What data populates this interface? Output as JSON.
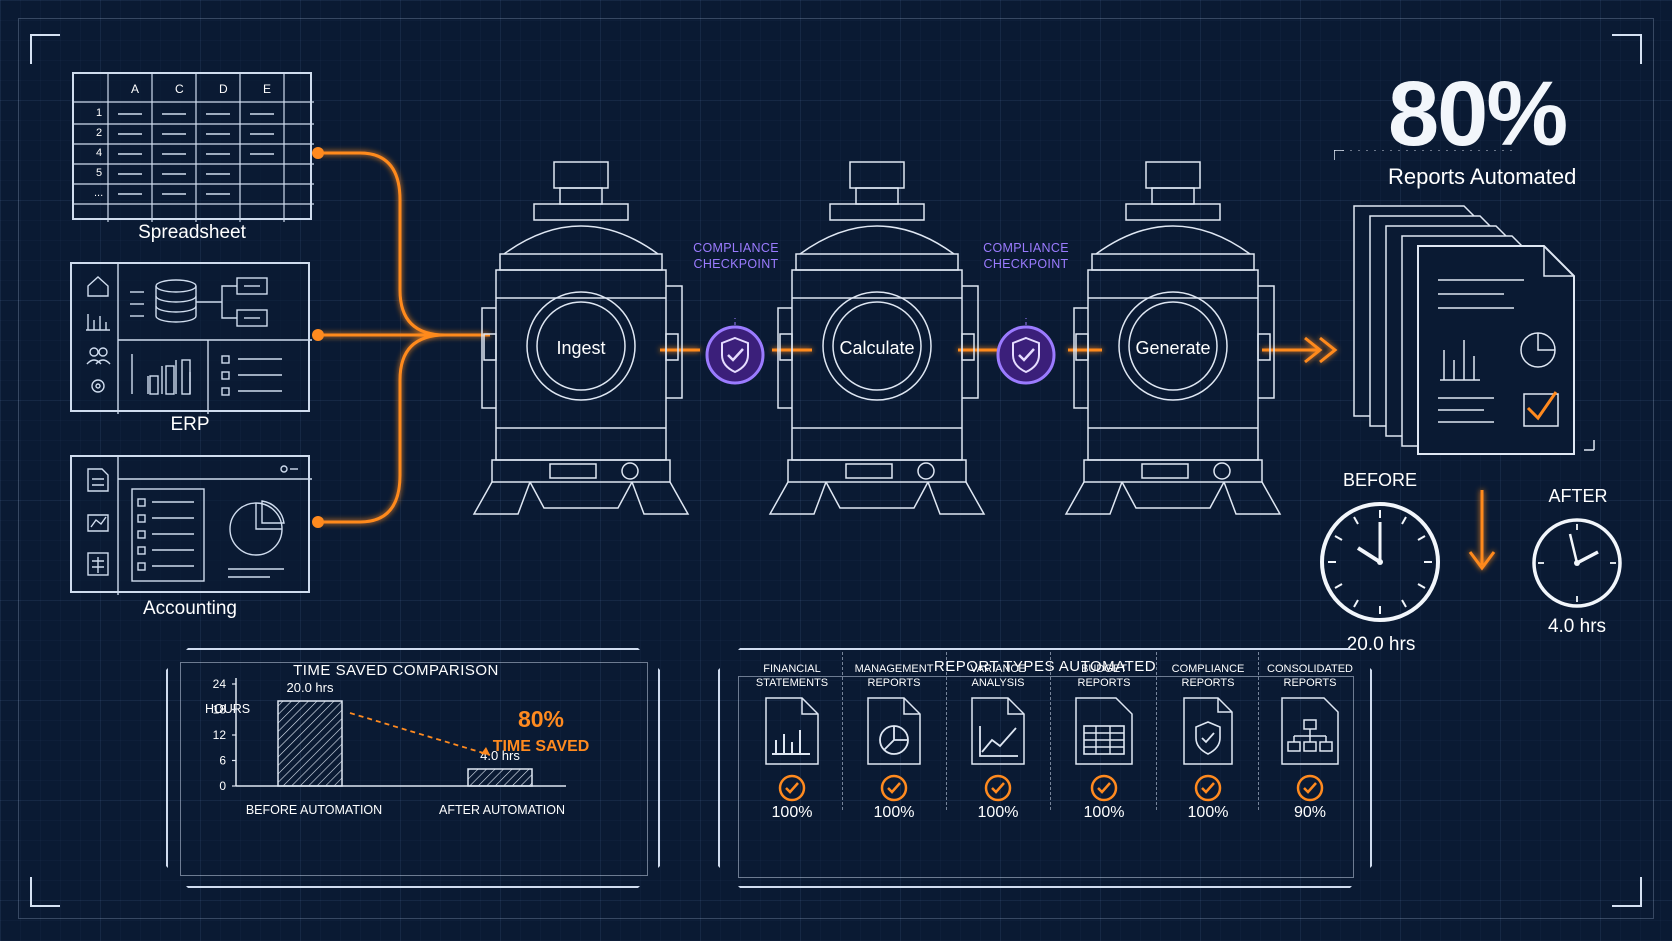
{
  "sources": {
    "spreadsheet": {
      "label": "Spreadsheet",
      "columns": [
        "A",
        "C",
        "D",
        "E"
      ],
      "rows": [
        "1",
        "2",
        "4",
        "5",
        "..."
      ]
    },
    "erp": {
      "label": "ERP"
    },
    "accounting": {
      "label": "Accounting"
    }
  },
  "pipeline": {
    "stages": [
      {
        "label": "Ingest"
      },
      {
        "label": "Calculate"
      },
      {
        "label": "Generate"
      }
    ],
    "checkpoints": [
      {
        "line1": "COMPLIANCE",
        "line2": "CHECKPOINT"
      },
      {
        "line1": "COMPLIANCE",
        "line2": "CHECKPOINT"
      }
    ]
  },
  "kpi": {
    "value": "80%",
    "label": "Reports Automated",
    "before_label": "BEFORE",
    "after_label": "AFTER",
    "before_value": "20.0 hrs",
    "after_value": "4.0 hrs"
  },
  "time_saved": {
    "title": "TIME SAVED COMPARISON",
    "ylabel": "HOURS",
    "highlight_value": "80%",
    "highlight_label": "TIME SAVED"
  },
  "chart_data": {
    "type": "bar",
    "title": "TIME SAVED COMPARISON",
    "ylabel": "HOURS",
    "categories": [
      "BEFORE AUTOMATION",
      "AFTER AUTOMATION"
    ],
    "values": [
      20.0,
      4.0
    ],
    "value_labels": [
      "20.0 hrs",
      "4.0 hrs"
    ],
    "yticks": [
      0,
      6,
      12,
      18,
      24
    ],
    "ylim": [
      0,
      24
    ]
  },
  "report_types": {
    "title": "REPORT TYPES AUTOMATED",
    "items": [
      {
        "line1": "FINANCIAL",
        "line2": "STATEMENTS",
        "pct": "100%"
      },
      {
        "line1": "MANAGEMENT",
        "line2": "REPORTS",
        "pct": "100%"
      },
      {
        "line1": "VARIANCE",
        "line2": "ANALYSIS",
        "pct": "100%"
      },
      {
        "line1": "BUDGET",
        "line2": "REPORTS",
        "pct": "100%"
      },
      {
        "line1": "COMPLIANCE",
        "line2": "REPORTS",
        "pct": "100%"
      },
      {
        "line1": "CONSOLIDATED",
        "line2": "REPORTS",
        "pct": "90%"
      }
    ]
  },
  "colors": {
    "accent": "#ff8a1f",
    "checkpoint": "#9b7bff",
    "background": "#0a1a33",
    "line": "#d0dcef"
  }
}
